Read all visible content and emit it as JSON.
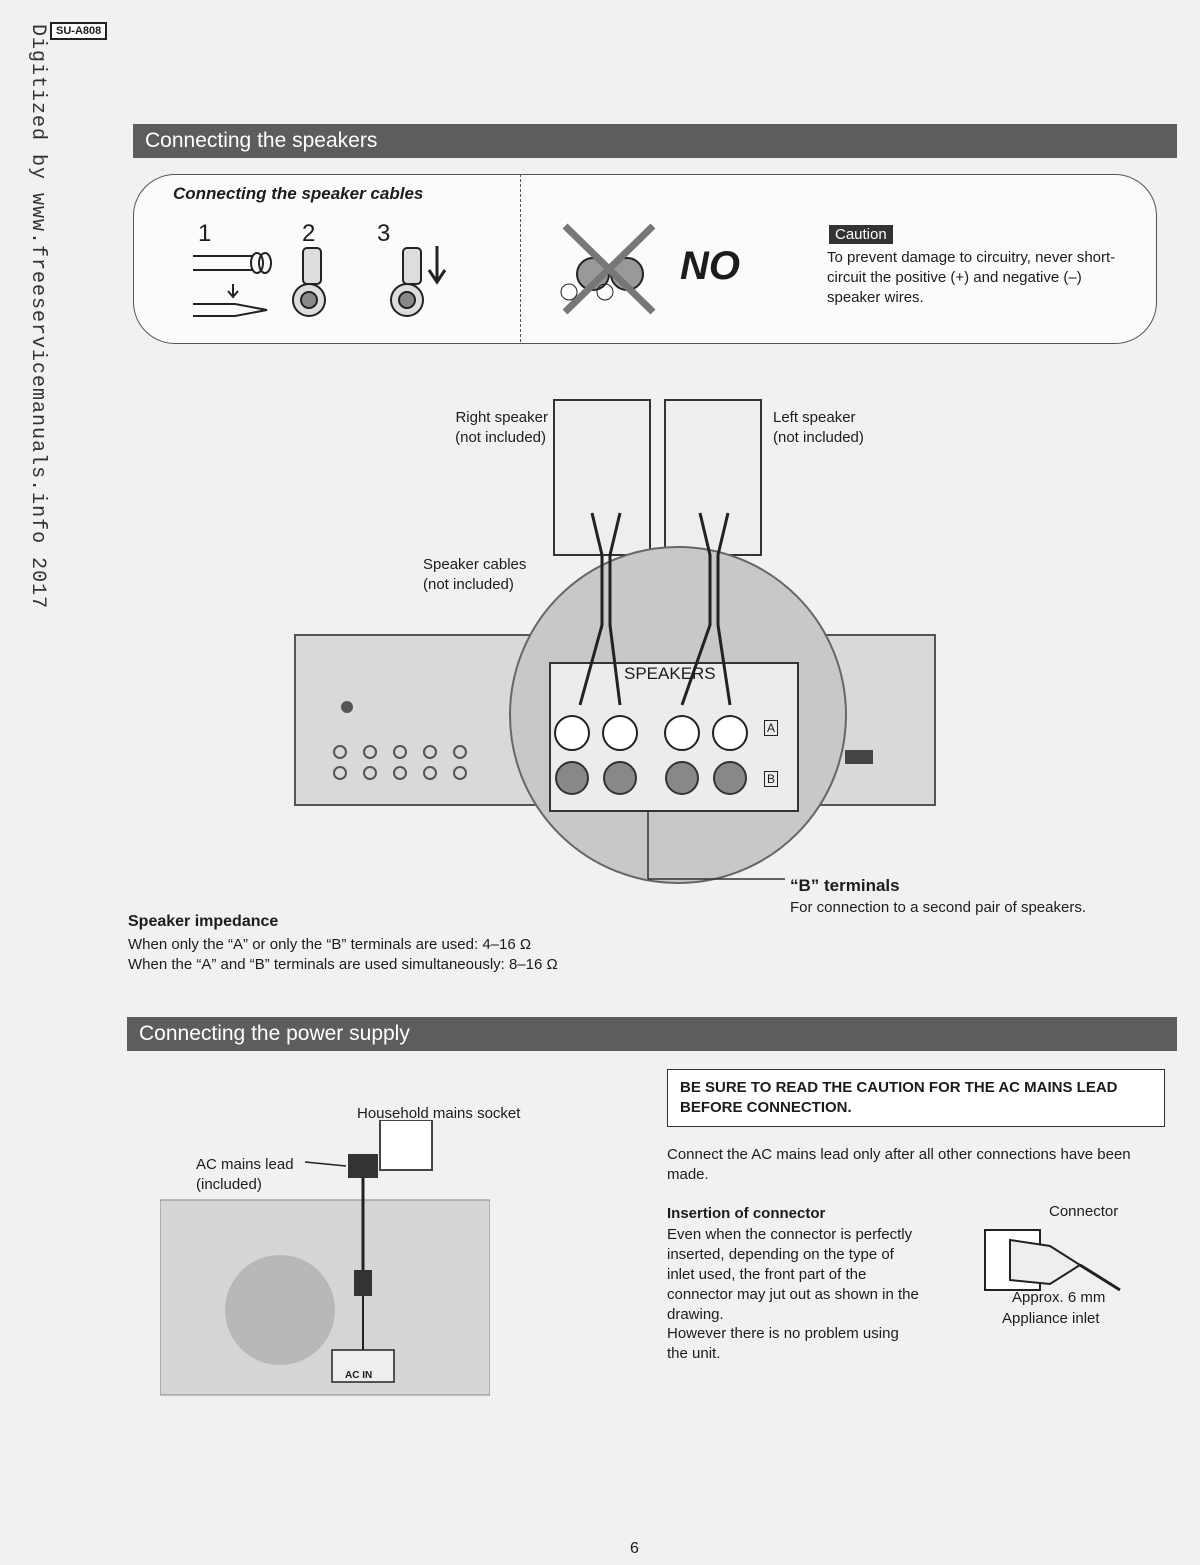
{
  "header": {
    "model": "SU-A808",
    "side_note": "Digitized by www.freeservicemanuals.info 2017"
  },
  "speakers_section": {
    "title": "Connecting the speakers",
    "cables_title": "Connecting the speaker cables",
    "steps": [
      "1",
      "2",
      "3"
    ],
    "no_label": "NO",
    "caution_label": "Caution",
    "caution_text": "To prevent damage to circuitry, never short-circuit the positive (+) and negative (–) speaker wires.",
    "right_speaker": "Right speaker",
    "right_speaker_note": "(not included)",
    "left_speaker": "Left speaker",
    "left_speaker_note": "(not included)",
    "speaker_cables": "Speaker cables",
    "speaker_cables_note": "(not included)",
    "speakers_panel": "SPEAKERS",
    "terminal_a": "A",
    "terminal_b": "B",
    "b_terminals_title": "“B” terminals",
    "b_terminals_text": "For connection to a second pair of speakers.",
    "impedance_title": "Speaker impedance",
    "impedance_line1": "When only the “A” or only the “B” terminals are used: 4–16 Ω",
    "impedance_line2": "When the “A” and “B” terminals are used simultaneously: 8–16 Ω"
  },
  "power_section": {
    "title": "Connecting the power supply",
    "mains_socket": "Household mains socket",
    "ac_lead": "AC mains lead",
    "ac_lead_note": "(included)",
    "ac_in": "AC IN",
    "notice": "BE SURE TO READ THE CAUTION FOR THE AC MAINS LEAD BEFORE CONNECTION.",
    "connect_text": "Connect the AC mains lead only after all other connections have been made.",
    "insertion_title": "Insertion of connector",
    "insertion_text1": "Even when the connector is perfectly inserted, depending on the type of inlet used, the front part of the connector may jut out as shown in the drawing.",
    "insertion_text2": "However there is no problem using the unit.",
    "connector_label": "Connector",
    "approx_label": "Approx. 6 mm",
    "inlet_label": "Appliance inlet"
  },
  "footer": {
    "page": "6"
  }
}
